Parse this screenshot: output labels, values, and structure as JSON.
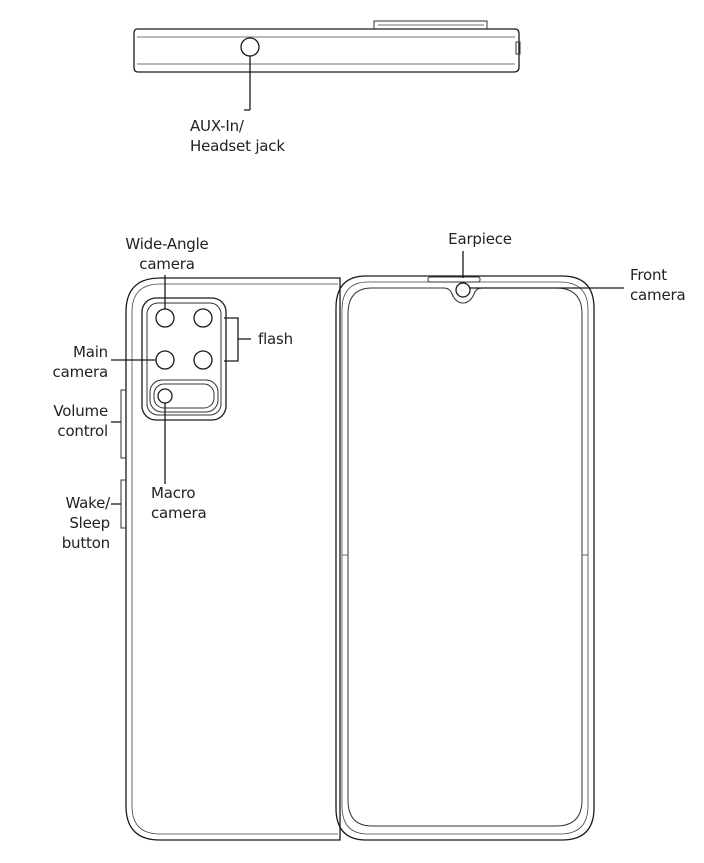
{
  "labels": {
    "aux_jack_line1": "AUX-In/",
    "aux_jack_line2": "Headset jack",
    "wide_angle_line1": "Wide-Angle",
    "wide_angle_line2": "camera",
    "flash": "flash",
    "main_line1": "Main",
    "main_line2": "camera",
    "volume_line1": "Volume",
    "volume_line2": "control",
    "macro_line1": "Macro",
    "macro_line2": "camera",
    "wake_line1": "Wake/",
    "wake_line2": "Sleep",
    "wake_line3": "button",
    "earpiece": "Earpiece",
    "front_line1": "Front",
    "front_line2": "camera"
  }
}
